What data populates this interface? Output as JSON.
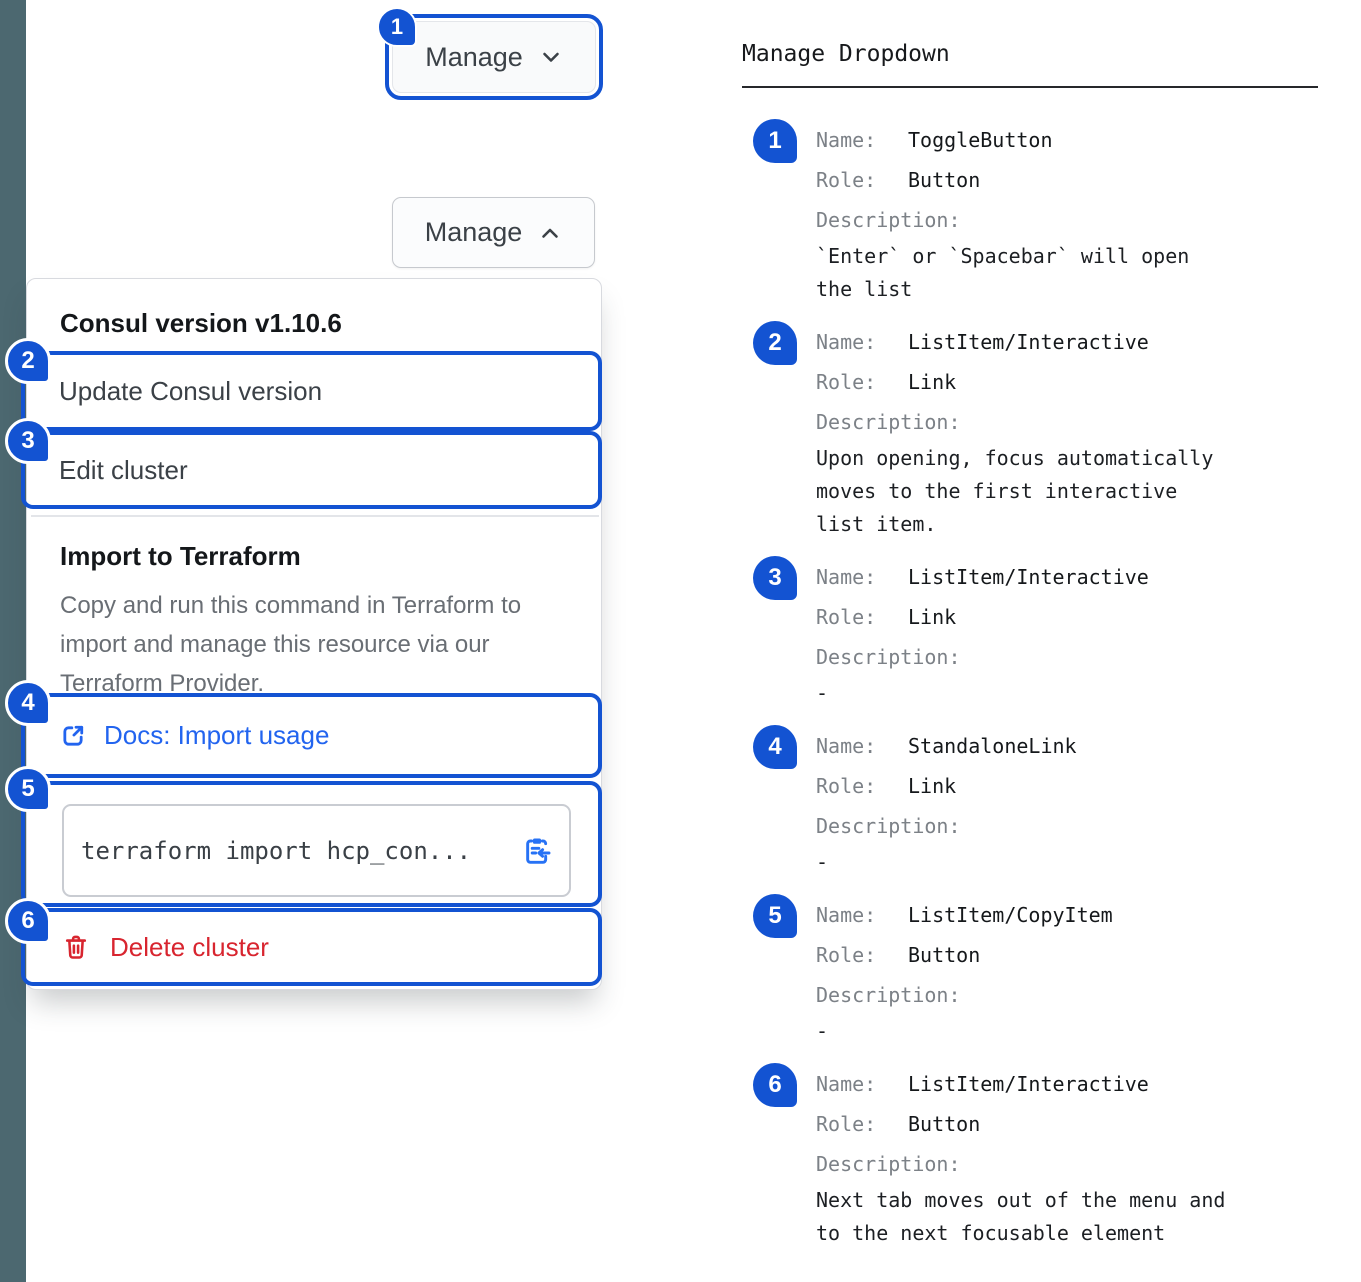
{
  "colors": {
    "accent_blue": "#1353D2",
    "link_blue": "#2264EF",
    "copy_icon_blue": "#2772F5",
    "danger_red": "#D8252F",
    "side_strip": "#4C6870"
  },
  "left": {
    "manage_button_collapsed": {
      "badge": "1",
      "label": "Manage"
    },
    "manage_button_expanded": {
      "label": "Manage"
    },
    "menu": {
      "version_header": "Consul version v1.10.6",
      "update_item": {
        "badge": "2",
        "label": "Update Consul version"
      },
      "edit_item": {
        "badge": "3",
        "label": "Edit cluster"
      },
      "import_section": {
        "title": "Import to Terraform",
        "description": "Copy and run this command in Terraform to import and manage this resource via our Terraform Provider.",
        "docs_link": {
          "badge": "4",
          "label": "Docs: Import usage"
        },
        "copy_field": {
          "badge": "5",
          "code": "terraform import hcp_con..."
        }
      },
      "delete_item": {
        "badge": "6",
        "label": "Delete cluster"
      }
    }
  },
  "right": {
    "title": "Manage Dropdown",
    "labels": {
      "name": "Name:",
      "role": "Role:",
      "description": "Description:"
    },
    "entries": [
      {
        "badge": "1",
        "name": "ToggleButton",
        "role": "Button",
        "description": "`Enter` or `Spacebar` will open the list"
      },
      {
        "badge": "2",
        "name": "ListItem/Interactive",
        "role": "Link",
        "description": "Upon opening, focus automatically moves to the first interactive list item."
      },
      {
        "badge": "3",
        "name": "ListItem/Interactive",
        "role": "Link",
        "description": "-"
      },
      {
        "badge": "4",
        "name": "StandaloneLink",
        "role": "Link",
        "description": "-"
      },
      {
        "badge": "5",
        "name": "ListItem/CopyItem",
        "role": "Button",
        "description": "-"
      },
      {
        "badge": "6",
        "name": "ListItem/Interactive",
        "role": "Button",
        "description": "Next tab moves out of the menu and to the next focusable element"
      }
    ]
  }
}
